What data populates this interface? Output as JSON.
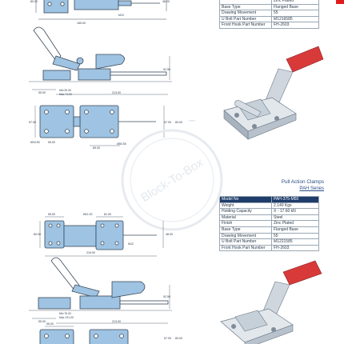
{
  "colors": {
    "header_navy": "#1f3d6b",
    "clamp_blue": "#9fc3e2",
    "handle_red": "#d83a3a",
    "corner_red": "#e11b1b",
    "title_blue": "#2a4e88"
  },
  "watermark": "Block-To-Box",
  "spec_top": {
    "rows": [
      {
        "k": "",
        "v": "Zinc Plated"
      },
      {
        "k": "Base Type",
        "v": "Flanged Base"
      },
      {
        "k": "Drawing Movement",
        "v": "55"
      },
      {
        "k": "U Bolt Part Number",
        "v": "M1216585"
      },
      {
        "k": "Front Hook Part Number",
        "v": "FH-2603"
      }
    ]
  },
  "spec_bottom": {
    "series_title": "Pull Action Clamps",
    "series_sub": "PAH Series",
    "header": {
      "k": "Model No",
      "v": "PAH-375-M50"
    },
    "rows": [
      {
        "k": "Weight",
        "v": "2.140 Kgs"
      },
      {
        "k": "Holding Capacity",
        "v": "X - 17.60 kN"
      },
      {
        "k": "Material",
        "v": "Steel"
      },
      {
        "k": "Finish",
        "v": "Zinc Plated"
      },
      {
        "k": "Base Type",
        "v": "Flanged Base"
      },
      {
        "k": "Drawing Movement",
        "v": "55"
      },
      {
        "k": "U Bolt Part Number",
        "v": "M1221585"
      },
      {
        "k": "Front Hook Part Number",
        "v": "FH-2603"
      }
    ]
  },
  "dims_top": {
    "plan_left": "80.00",
    "plan_width": "165.00",
    "plan_right": "48.00",
    "plan_thread": "M12",
    "side_height": "92.50",
    "side_min": "Min 30.00",
    "side_max": "Max 71.00",
    "side_left": "55.00",
    "side_total": "213.00",
    "base_h1": "57.00",
    "base_h2": "57.00",
    "base_h3": "80.00",
    "base_hole": "Ø16.50",
    "base_w1": "55.00",
    "base_w2": "85.00",
    "base_thread": "Ø50.50"
  },
  "dims_bottom": {
    "plan_w1": "55.00",
    "plan_dia": "Ø11.00",
    "plan_w2": "81.00",
    "plan_left": "80.00",
    "plan_right": "48.00",
    "plan_thread": "M12",
    "plan_total": "215.00",
    "side_height": "92.50",
    "side_min": "Min 76.00",
    "side_max": "Max 131.00",
    "side_left": "55.00",
    "side_total": "213.00",
    "base_left": "55.00",
    "base_r1": "57.00",
    "base_r2": "80.00"
  }
}
